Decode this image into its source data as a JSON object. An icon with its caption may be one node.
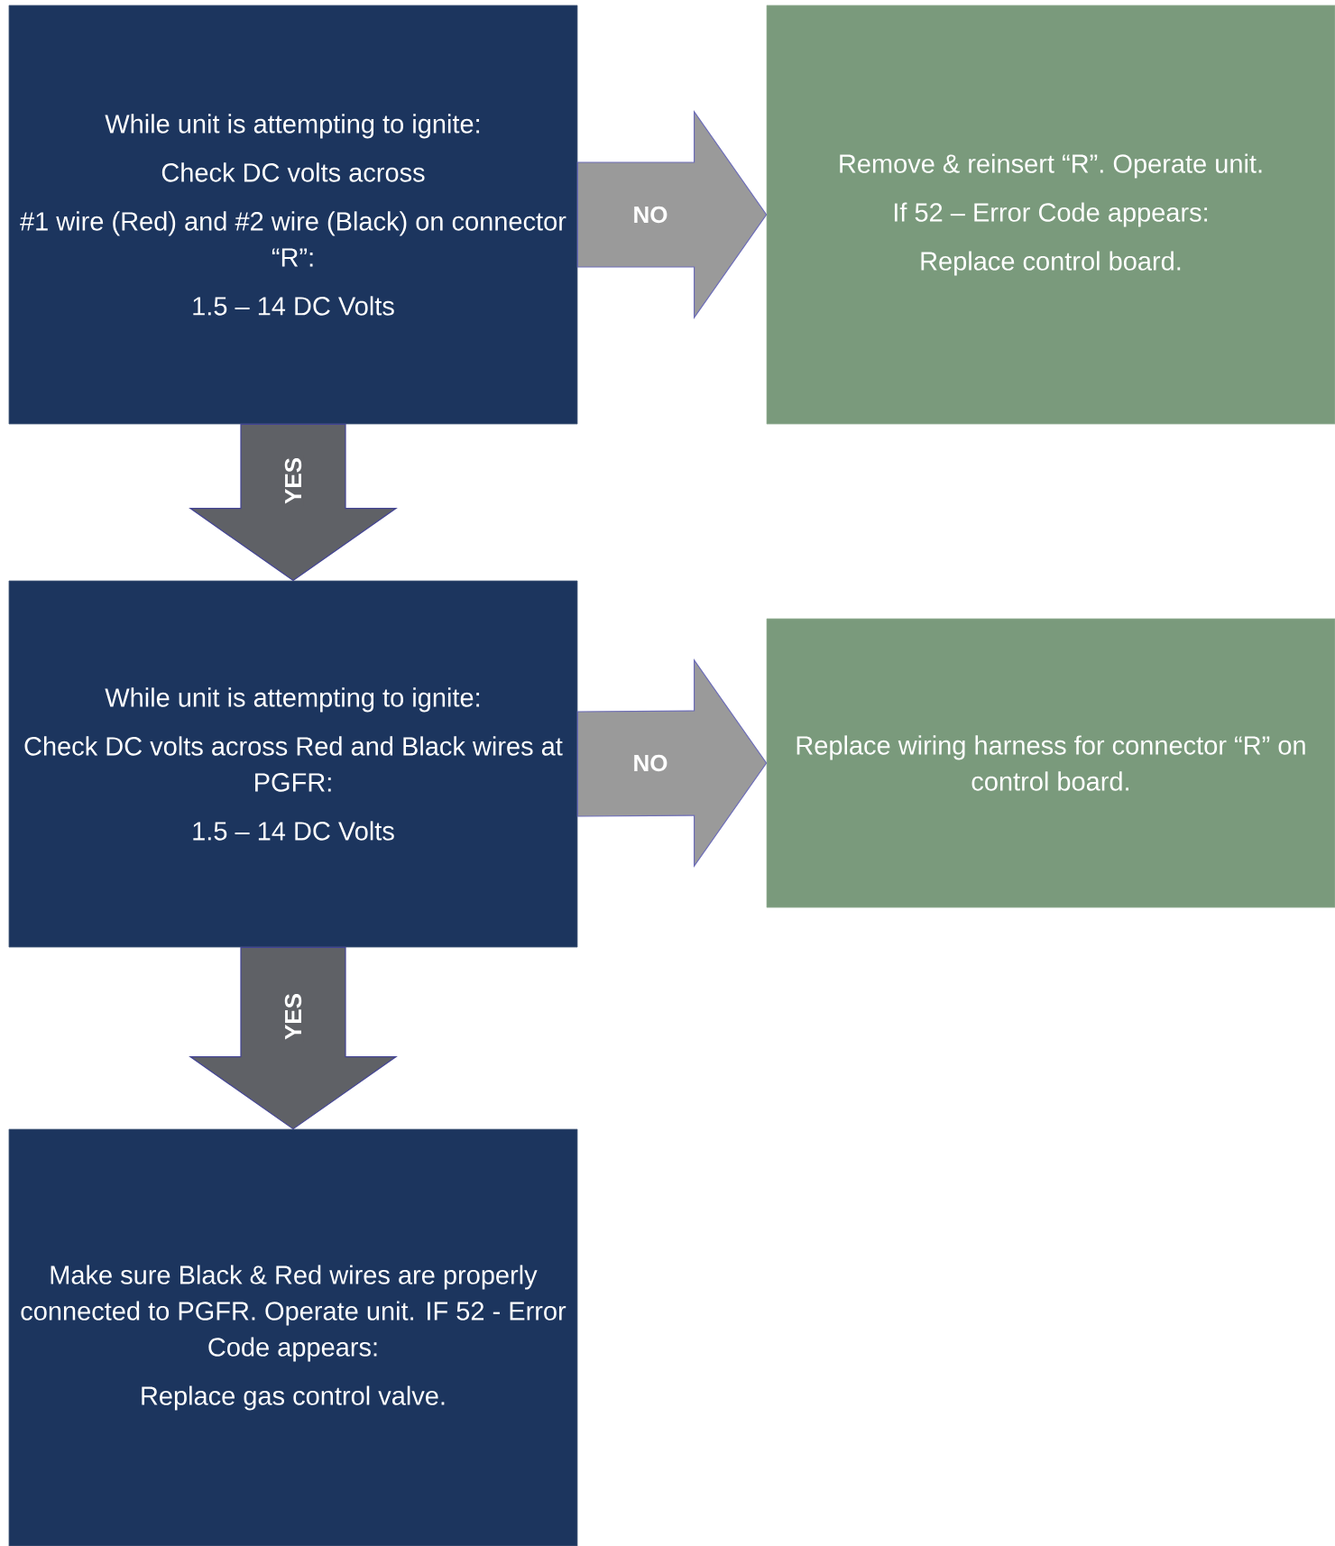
{
  "diagram": {
    "nodes": [
      {
        "text": [
          "While unit is attempting to ignite:",
          "Check DC volts across",
          "#1 wire (Red) and #2 wire (Black) on connector “R”:",
          "1.5 – 14 DC Volts"
        ]
      },
      {
        "text": [
          "Remove & reinsert “R”. Operate unit.",
          "If 52 – Error Code appears:",
          "Replace control board."
        ]
      },
      {
        "text": [
          "While unit is attempting to ignite:",
          "Check DC volts across Red and Black wires at PGFR:",
          "1.5 – 14 DC Volts"
        ]
      },
      {
        "text": [
          "Replace wiring harness for connector “R” on control board."
        ]
      },
      {
        "text": [
          "Make sure Black & Red wires are properly connected to PGFR. Operate unit. IF 52 - Error Code appears:",
          "Replace gas control valve."
        ]
      }
    ],
    "edges": [
      {
        "from": 0,
        "to": 1,
        "arrow": "to",
        "label": "NO",
        "color": "#9a9a9a"
      },
      {
        "from": 0,
        "to": 2,
        "arrow": "to",
        "label": "YES",
        "color": "#5f6166"
      },
      {
        "from": 2,
        "to": 3,
        "arrow": "to",
        "label": "NO",
        "color": "#9a9a9a"
      },
      {
        "from": 2,
        "to": 4,
        "arrow": "to",
        "label": "YES",
        "color": "#5f6166"
      }
    ]
  }
}
